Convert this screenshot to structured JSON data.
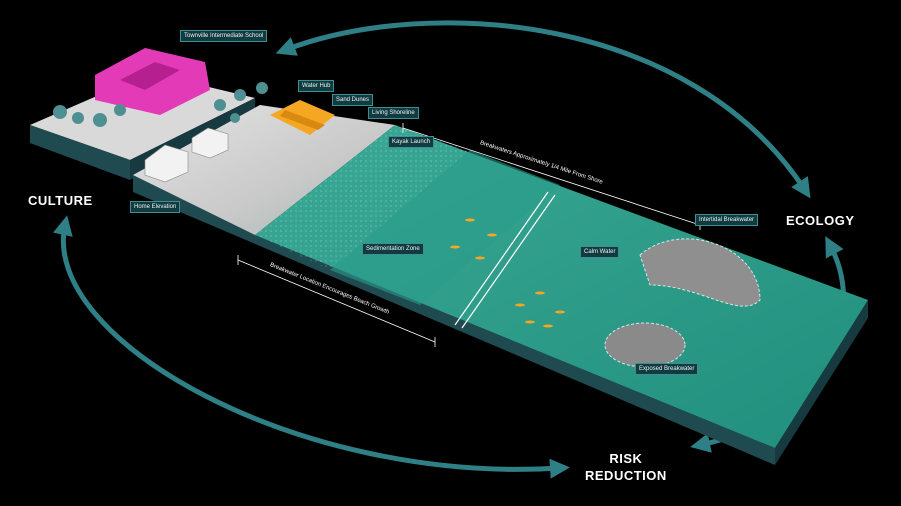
{
  "cycle_labels": {
    "culture": "CULTURE",
    "ecology": "ECOLOGY",
    "risk_line1": "RISK",
    "risk_line2": "REDUCTION"
  },
  "callouts": {
    "school": "Townville Intermediate School",
    "water_hub": "Water Hub",
    "sand_dunes": "Sand Dunes",
    "living_shoreline": "Living Shoreline",
    "kayak_launch": "Kayak Launch",
    "home_elevation": "Home Elevation",
    "sedimentation_zone": "Sedimentation Zone",
    "calm_water": "Calm Water",
    "intertidal_breakwater": "Intertidal Breakwater",
    "exposed_breakwater": "Exposed Breakwater"
  },
  "dimensions": {
    "breakwater_distance": "Breakwaters Approximately 1/4 Mile From Shore",
    "breakwater_location": "Breakwater Location Encourages Beach Growth"
  },
  "colors": {
    "arrow": "#2f7f86",
    "water": "#2a9d8a",
    "water_deep": "#1f8a78",
    "land": "#d8d8d8",
    "platform_side": "#1e4a50",
    "school": "#e33ab8",
    "water_hub": "#f5a623",
    "tag_bg": "#123b40"
  }
}
